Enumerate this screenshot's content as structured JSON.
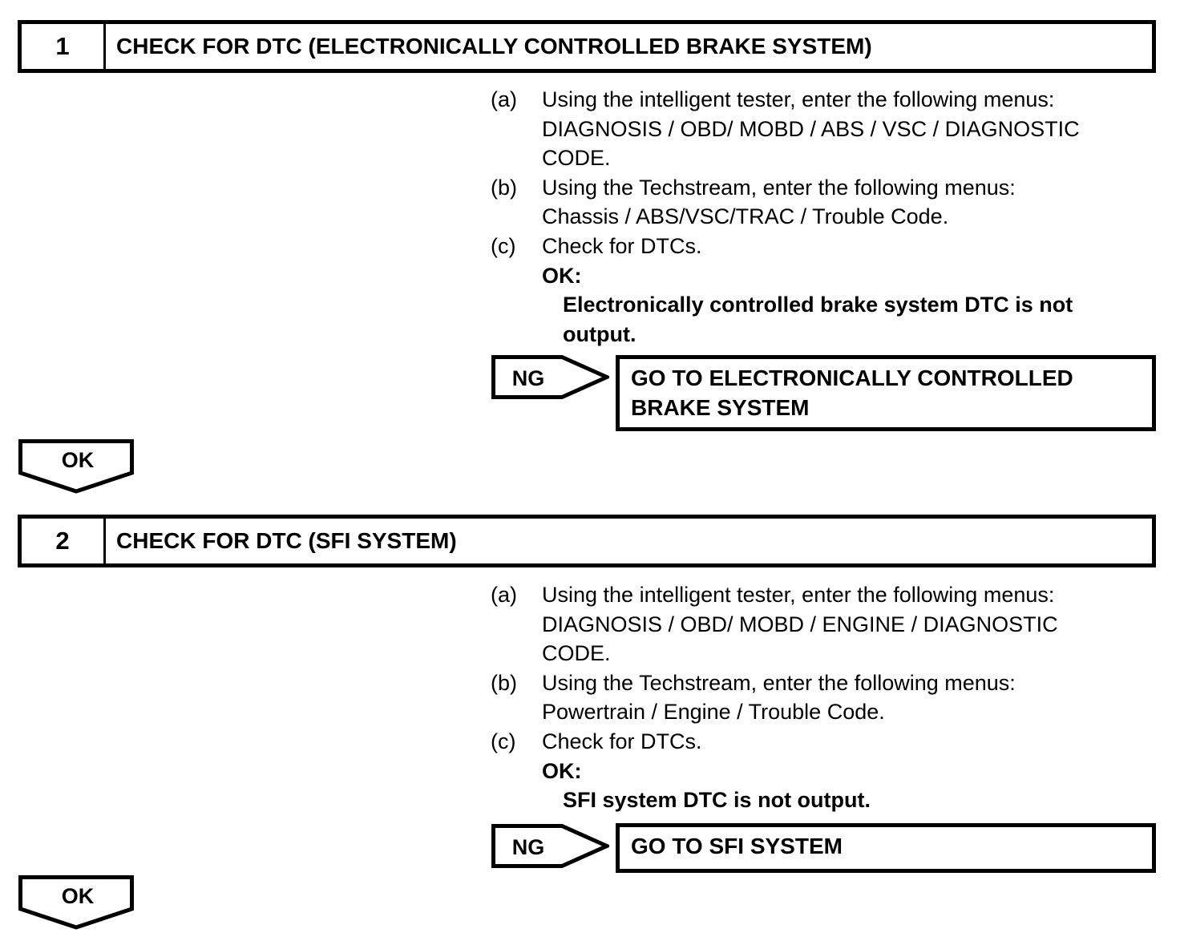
{
  "colors": {
    "ink": "#000000",
    "paper": "#ffffff"
  },
  "steps": [
    {
      "number": "1",
      "title": "CHECK FOR DTC (ELECTRONICALLY CONTROLLED BRAKE SYSTEM)",
      "rows": [
        {
          "label": "(a)",
          "text": "Using the intelligent tester, enter the following menus:"
        },
        {
          "label": "",
          "text": "DIAGNOSIS / OBD/ MOBD / ABS / VSC / DIAGNOSTIC"
        },
        {
          "label": "",
          "text": "CODE."
        },
        {
          "label": "(b)",
          "text": "Using the Techstream, enter the following menus:"
        },
        {
          "label": "",
          "text": "Chassis / ABS/VSC/TRAC / Trouble Code."
        },
        {
          "label": "(c)",
          "text": "Check for DTCs."
        },
        {
          "label": "",
          "text": "OK:"
        },
        {
          "label": "",
          "text": "Electronically controlled brake system DTC is not"
        },
        {
          "label": "",
          "text": "output."
        }
      ],
      "ng": {
        "label": "NG",
        "icon": "pentagon-arrow-right",
        "action_lines": [
          "GO TO ELECTRONICALLY CONTROLLED",
          "BRAKE SYSTEM"
        ]
      },
      "ok_arrow": {
        "label": "OK",
        "icon": "pentagon-arrow-down"
      }
    },
    {
      "number": "2",
      "title": "CHECK FOR DTC (SFI SYSTEM)",
      "rows": [
        {
          "label": "(a)",
          "text": "Using the intelligent tester, enter the following menus:"
        },
        {
          "label": "",
          "text": "DIAGNOSIS / OBD/ MOBD / ENGINE / DIAGNOSTIC"
        },
        {
          "label": "",
          "text": "CODE."
        },
        {
          "label": "(b)",
          "text": "Using the Techstream, enter the following menus:"
        },
        {
          "label": "",
          "text": "Powertrain / Engine / Trouble Code."
        },
        {
          "label": "(c)",
          "text": "Check for DTCs."
        },
        {
          "label": "",
          "text": "OK:"
        },
        {
          "label": "",
          "text": "SFI system DTC is not output."
        }
      ],
      "ng": {
        "label": "NG",
        "icon": "pentagon-arrow-right",
        "action_lines": [
          "GO TO SFI SYSTEM"
        ]
      },
      "ok_arrow": {
        "label": "OK",
        "icon": "pentagon-arrow-down"
      }
    }
  ]
}
